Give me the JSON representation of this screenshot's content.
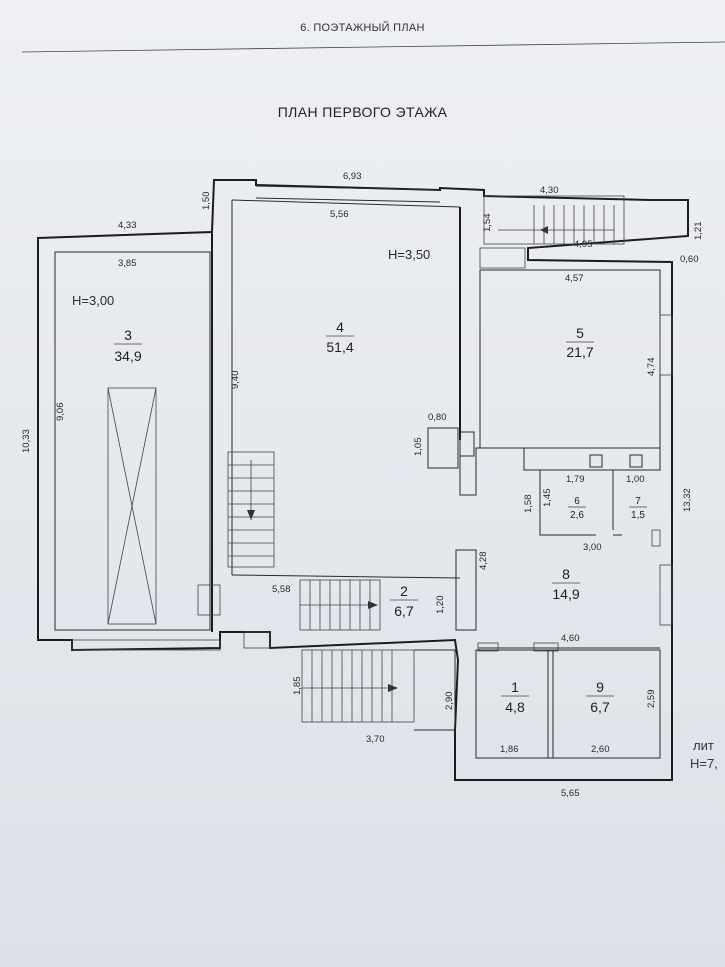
{
  "header": {
    "section_title": "6. ПОЭТАЖНЫЙ ПЛАН",
    "plan_title": "ПЛАН ПЕРВОГО ЭТАЖА"
  },
  "rooms": [
    {
      "number": "1",
      "area": "4,8"
    },
    {
      "number": "2",
      "area": "6,7"
    },
    {
      "number": "3",
      "area": "34,9"
    },
    {
      "number": "4",
      "area": "51,4"
    },
    {
      "number": "5",
      "area": "21,7"
    },
    {
      "number": "6",
      "area": "2,6"
    },
    {
      "number": "7",
      "area": "1,5"
    },
    {
      "number": "8",
      "area": "14,9"
    },
    {
      "number": "9",
      "area": "6,7"
    }
  ],
  "heights": {
    "room3": "H=3,00",
    "room4": "H=3,50"
  },
  "dimensions": {
    "d_693": "6,93",
    "d_556": "5,56",
    "d_150": "1,50",
    "d_433": "4,33",
    "d_385": "3,85",
    "d_430": "4,30",
    "d_154": "1,54",
    "d_495": "4,95",
    "d_121": "1,21",
    "d_060": "0,60",
    "d_457": "4,57",
    "d_1033": "10,33",
    "d_906": "9,06",
    "d_940": "9,40",
    "d_474": "4,74",
    "d_080": "0,80",
    "d_105": "1,05",
    "d_179": "1,79",
    "d_100": "1,00",
    "d_1332": "13,32",
    "d_158": "1,58",
    "d_145": "1,45",
    "d_300": "3,00",
    "d_428": "4,28",
    "d_558": "5,58",
    "d_120": "1,20",
    "d_460": "4,60",
    "d_185": "1,85",
    "d_290": "2,90",
    "d_259": "2,59",
    "d_370": "3,70",
    "d_186": "1,86",
    "d_260": "2,60",
    "d_565": "5,65"
  },
  "side_labels": {
    "lit": "лит",
    "h": "H=7,"
  }
}
